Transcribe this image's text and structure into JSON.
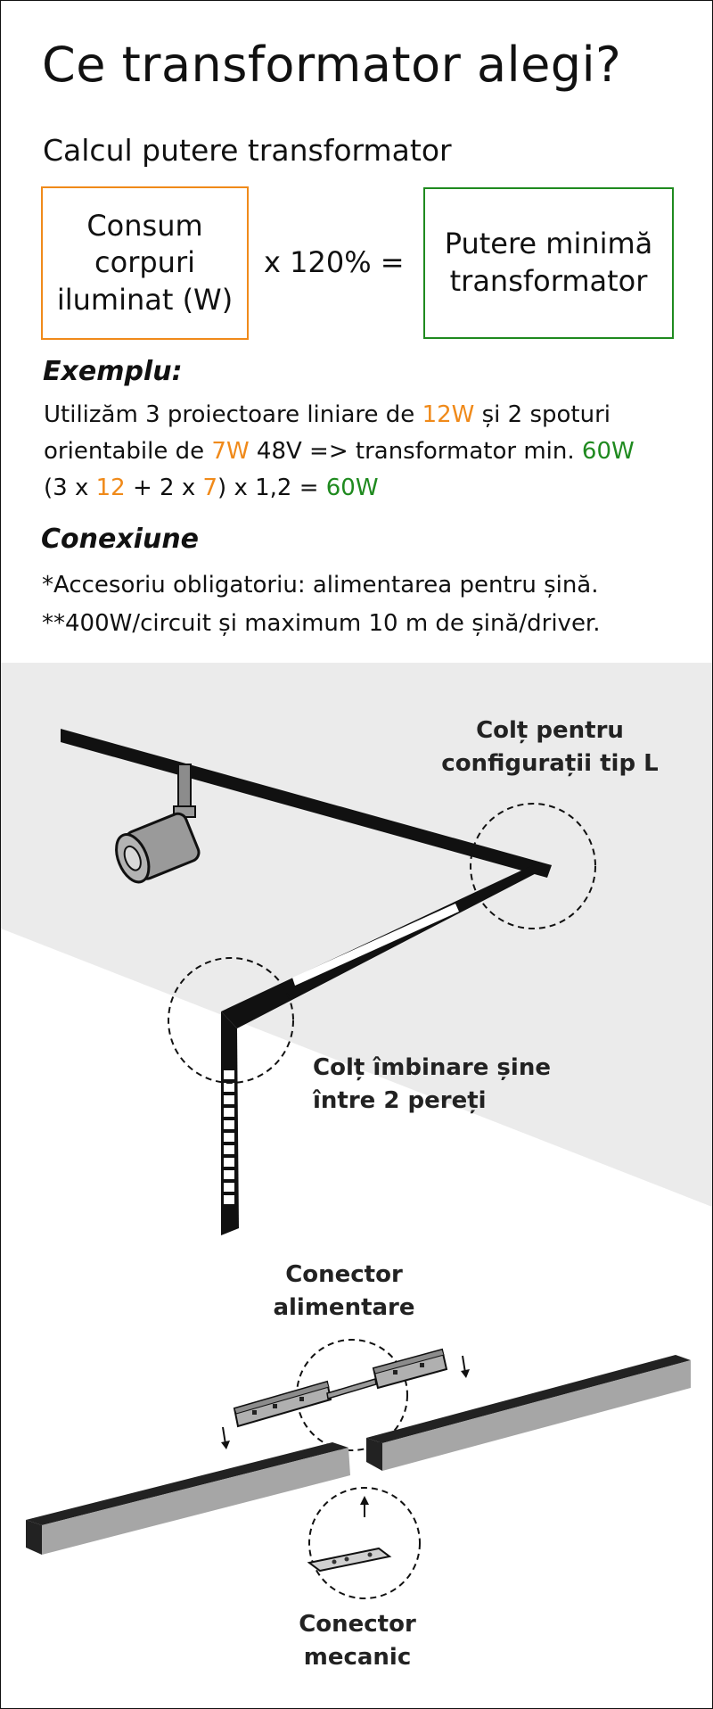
{
  "title": "Ce transformator alegi?",
  "subtitle": "Calcul putere transformator",
  "formula": {
    "input_box": "Consum\ncorpuri\niluminat (W)",
    "operator": "x 120% =",
    "output_box": "Putere minimă\ntransformator"
  },
  "example": {
    "heading": "Exemplu:",
    "line1": {
      "a": "Utilizăm 3 proiectoare liniare de ",
      "b": "12W",
      "c": " și 2 spoturi"
    },
    "line2": {
      "a": "orientabile de ",
      "b": "7W",
      "c": " 48V => transformator min. ",
      "d": "60W"
    },
    "line3": {
      "a": "(3 x ",
      "b": "12",
      "c": " + 2 x ",
      "d": "7",
      "e": ") x 1,2 = ",
      "f": "60W"
    }
  },
  "connection": {
    "heading": "Conexiune",
    "note1": "*Accesoriu obligatoriu: alimentarea pentru șină.",
    "note2": "**400W/circuit și maximum 10 m de șină/driver."
  },
  "labels": {
    "corner_l": "Colț pentru\nconfigurații tip L",
    "corner_walls": "Colț îmbinare șine\nîntre 2 pereți",
    "power_connector": "Conector\nalimentare",
    "mechanical_connector": "Conector\nmecanic"
  },
  "colors": {
    "orange": "#f08a1a",
    "green": "#1f8a1f",
    "wall": "#ebebeb",
    "rail": "#111111",
    "profile_side": "#a6a6a6"
  }
}
